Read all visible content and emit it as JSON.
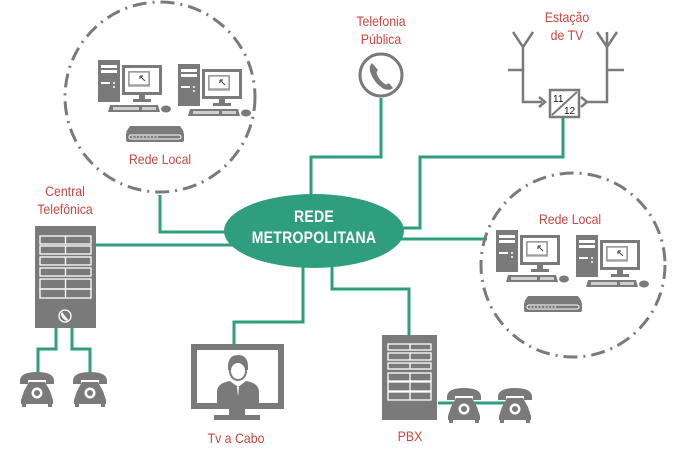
{
  "colors": {
    "link": "#2e9e7e",
    "device": "#7a7a7a",
    "label": "#d0463f",
    "hub_fill": "#2e9e7e",
    "hub_text": "#ffffff"
  },
  "hub": {
    "line1": "REDE",
    "line2": "METROPOLITANA"
  },
  "nodes": {
    "lan_top": {
      "label": "Rede Local",
      "icons": [
        "desktop-computer-icon",
        "desktop-computer-icon",
        "network-switch-icon"
      ]
    },
    "lan_right": {
      "label": "Rede Local",
      "icons": [
        "desktop-computer-icon",
        "desktop-computer-icon",
        "network-switch-icon"
      ]
    },
    "public_phone": {
      "line1": "Telefonia",
      "line2": "Pública",
      "icon": "phone-circle-icon"
    },
    "tv_station": {
      "line1": "Estação",
      "line2": "de TV",
      "icon": "antenna-icon",
      "converter": {
        "in": "11",
        "out": "12"
      }
    },
    "central": {
      "line1": "Central",
      "line2": "Telefônica",
      "icon": "server-rack-icon"
    },
    "cable_tv": {
      "label": "Tv a Cabo",
      "icon": "monitor-person-icon"
    },
    "pbx": {
      "label": "PBX",
      "icon": "server-rack-icon"
    }
  }
}
